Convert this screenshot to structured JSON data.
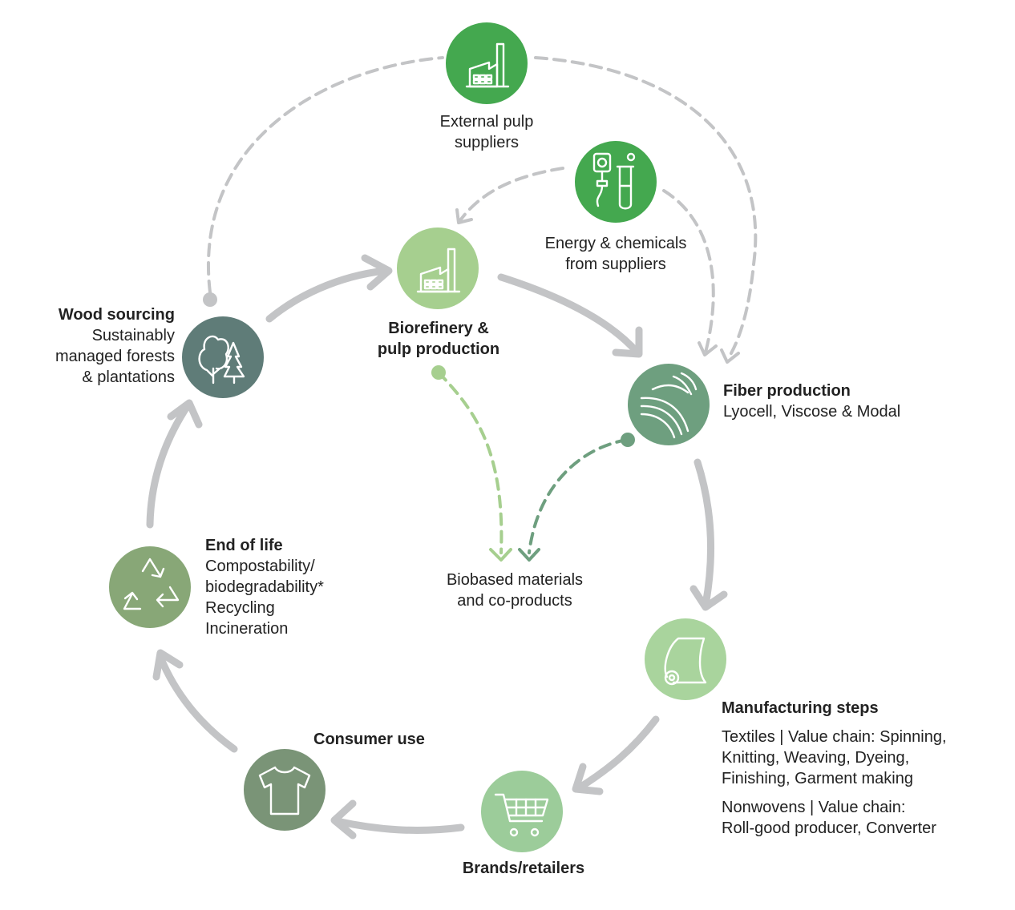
{
  "colors": {
    "arrow_grey": "#c3c4c6",
    "dash_grey": "#c3c4c6",
    "dash_light_green": "#a6cf8f",
    "dash_dark_green": "#6e9f7f",
    "external_pulp": "#44a84f",
    "energy": "#44a84f",
    "biorefinery": "#a6cf8f",
    "fiber": "#6e9f7f",
    "manufacturing": "#a9d49d",
    "brands": "#9ccc9a",
    "consumer": "#7a9477",
    "end_of_life": "#88a777",
    "wood": "#5f7c78"
  },
  "nodes": {
    "external_pulp": {
      "icon": "factory-icon",
      "lines": [
        "External pulp",
        "suppliers"
      ]
    },
    "energy": {
      "icon": "energy-chemicals-icon",
      "lines": [
        "Energy & chemicals",
        "from suppliers"
      ]
    },
    "biorefinery": {
      "icon": "factory-icon",
      "title_lines": [
        "Biorefinery &",
        "pulp production"
      ]
    },
    "fiber": {
      "icon": "fiber-icon",
      "title": "Fiber production",
      "lines": [
        "Lyocell, Viscose & Modal"
      ]
    },
    "manufacturing": {
      "icon": "fabric-roll-icon",
      "title": "Manufacturing steps",
      "textiles": [
        "Textiles | Value chain: Spinning,",
        "Knitting, Weaving, Dyeing,",
        "Finishing, Garment making"
      ],
      "nonwovens": [
        "Nonwovens | Value chain:",
        "Roll-good producer, Converter"
      ]
    },
    "brands": {
      "icon": "shopping-cart-icon",
      "title": "Brands/retailers"
    },
    "consumer": {
      "icon": "tshirt-icon",
      "title": "Consumer use"
    },
    "end_of_life": {
      "icon": "recycle-icon",
      "title": "End of life",
      "lines": [
        "Compostability/",
        "biodegradability*",
        "Recycling",
        "Incineration"
      ]
    },
    "wood": {
      "icon": "trees-icon",
      "title": "Wood sourcing",
      "lines": [
        "Sustainably",
        "managed forests",
        "& plantations"
      ]
    },
    "biobased": {
      "lines": [
        "Biobased materials",
        "and co-products"
      ]
    }
  }
}
